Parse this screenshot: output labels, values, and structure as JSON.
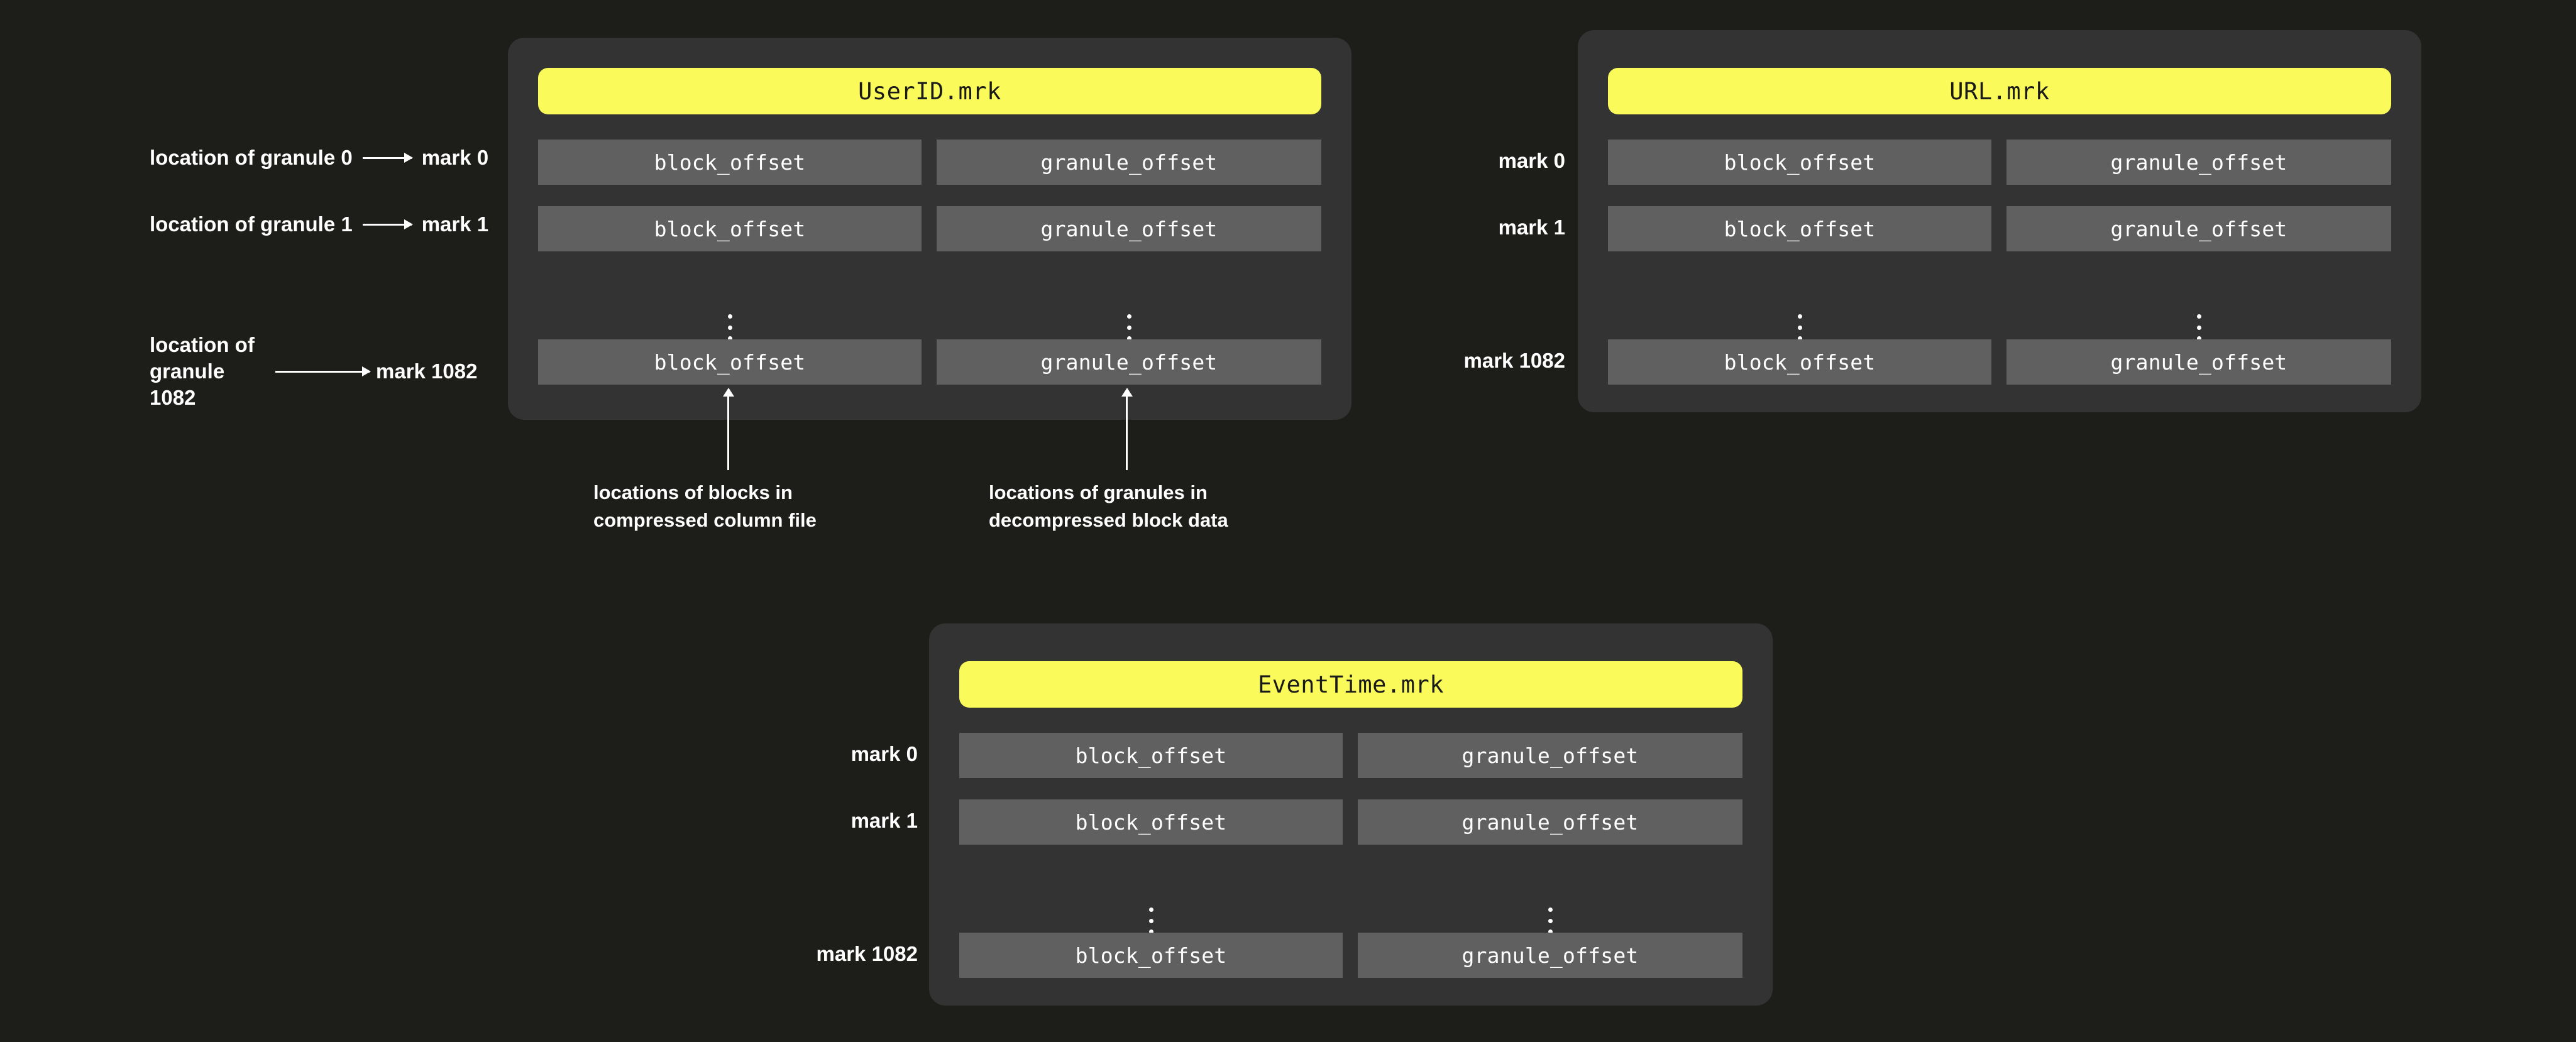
{
  "background": "#1d1e1a",
  "colors": {
    "page_bg": "#1d1e1a",
    "card_bg": "#333333",
    "title_pill": "#fafa5a",
    "title_text": "#1a1a1a",
    "cell_bg": "#606060",
    "text": "#ffffff"
  },
  "granule_rows": [
    {
      "source": "location of granule 0",
      "arrow": "⟶",
      "target": "mark 0"
    },
    {
      "source": "location of granule 1",
      "arrow": "⟶",
      "target": "mark 1"
    },
    {
      "source": "location of\ngranule 1082",
      "arrow": "⟶",
      "target": "mark 1082"
    }
  ],
  "cards": {
    "userid": {
      "title": "UserID.mrk",
      "mark_labels": [
        "mark 0",
        "mark 1",
        "mark 1082"
      ],
      "columns": [
        "block_offset",
        "granule_offset"
      ],
      "rows": [
        {
          "block_offset": "block_offset",
          "granule_offset": "granule_offset"
        },
        {
          "block_offset": "block_offset",
          "granule_offset": "granule_offset"
        },
        {
          "block_offset": "block_offset",
          "granule_offset": "granule_offset"
        }
      ],
      "ellipsis": "⋮"
    },
    "url": {
      "title": "URL.mrk",
      "mark_labels": [
        "mark 0",
        "mark 1",
        "mark 1082"
      ],
      "columns": [
        "block_offset",
        "granule_offset"
      ],
      "rows": [
        {
          "block_offset": "block_offset",
          "granule_offset": "granule_offset"
        },
        {
          "block_offset": "block_offset",
          "granule_offset": "granule_offset"
        },
        {
          "block_offset": "block_offset",
          "granule_offset": "granule_offset"
        }
      ],
      "ellipsis": "⋮"
    },
    "eventtime": {
      "title": "EventTime.mrk",
      "mark_labels": [
        "mark 0",
        "mark 1",
        "mark 1082"
      ],
      "columns": [
        "block_offset",
        "granule_offset"
      ],
      "rows": [
        {
          "block_offset": "block_offset",
          "granule_offset": "granule_offset"
        },
        {
          "block_offset": "block_offset",
          "granule_offset": "granule_offset"
        },
        {
          "block_offset": "block_offset",
          "granule_offset": "granule_offset"
        }
      ],
      "ellipsis": "⋮"
    }
  },
  "callouts": {
    "block": "locations of blocks in\ncompressed column file",
    "granule": "locations of granules in\ndecompressed block data"
  }
}
